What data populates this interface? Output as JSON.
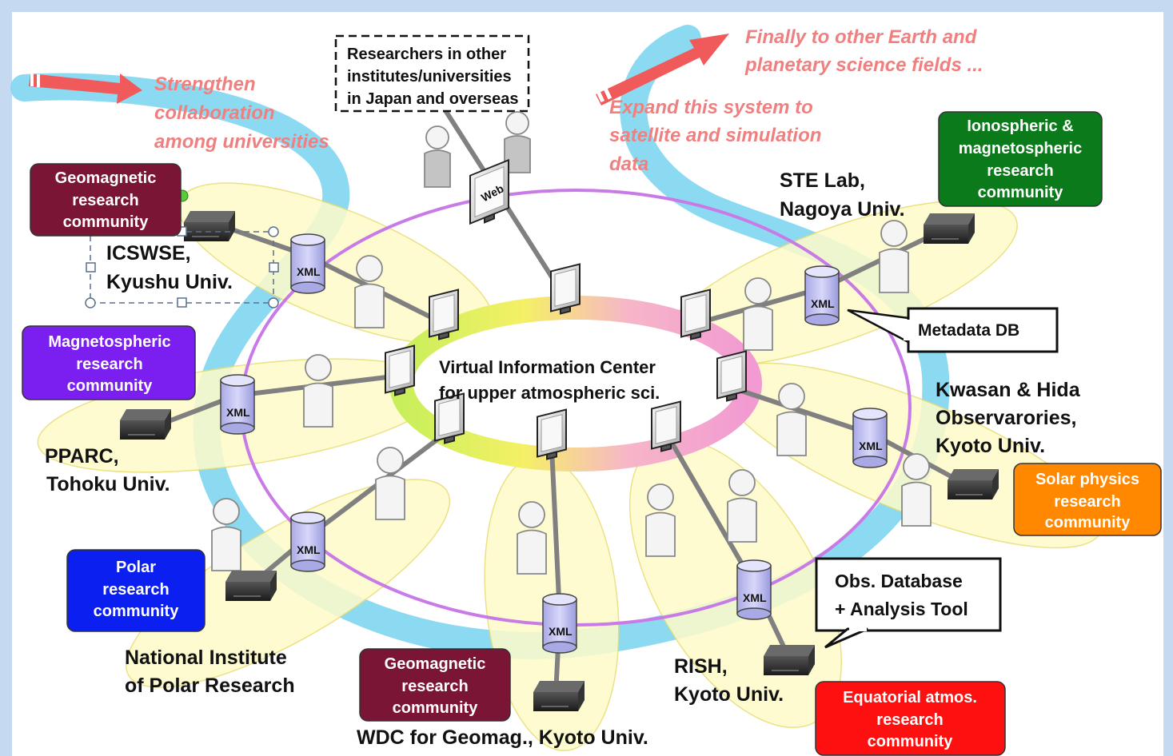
{
  "callouts": {
    "strengthen": [
      "Strengthen",
      "collaboration",
      "among universities"
    ],
    "finally": [
      "Finally to other Earth and",
      "planetary science fields ..."
    ],
    "expand": [
      "Expand this system to",
      "satellite and simulation",
      "data"
    ],
    "researchers": [
      "Researchers in other",
      "institutes/universities",
      "in Japan and overseas"
    ],
    "metadata_db": "Metadata DB",
    "obs_db": [
      "Obs. Database",
      "+ Analysis Tool"
    ]
  },
  "center": [
    "Virtual Information Center",
    "for upper atmospheric sci."
  ],
  "web_label": "Web",
  "xml_label": "XML",
  "institutes": {
    "icswse": [
      "ICSWSE,",
      "Kyushu Univ."
    ],
    "ste": [
      "STE Lab,",
      "Nagoya Univ."
    ],
    "kwasan": [
      "Kwasan & Hida",
      "Observarories,",
      "Kyoto Univ."
    ],
    "pparc": [
      "PPARC,",
      "Tohoku Univ."
    ],
    "nipr": [
      "National Institute",
      "of Polar Research"
    ],
    "wdc": "WDC for Geomag., Kyoto Univ.",
    "rish": [
      "RISH,",
      "Kyoto Univ."
    ]
  },
  "communities": {
    "geomag_top": [
      "Geomagnetic",
      "research",
      "community"
    ],
    "iono": [
      "Ionospheric &",
      "magnetospheric",
      "research",
      "community"
    ],
    "magneto": [
      "Magnetospheric",
      "research",
      "community"
    ],
    "solar": [
      "Solar physics",
      "research",
      "community"
    ],
    "polar": [
      "Polar",
      "research",
      "community"
    ],
    "geomag_bottom": [
      "Geomagnetic",
      "research",
      "community"
    ],
    "equatorial": [
      "Equatorial atmos.",
      "research",
      "community"
    ]
  },
  "colors": {
    "geomag": "#7b1535",
    "iono": "#0b7a1a",
    "magneto": "#7b1ff0",
    "solar": "#ff8800",
    "polar": "#0a1ff0",
    "equatorial": "#ff1010",
    "river": "#7fd6f0",
    "ring": "#c87ae6",
    "arrow": "#f05a5a"
  }
}
